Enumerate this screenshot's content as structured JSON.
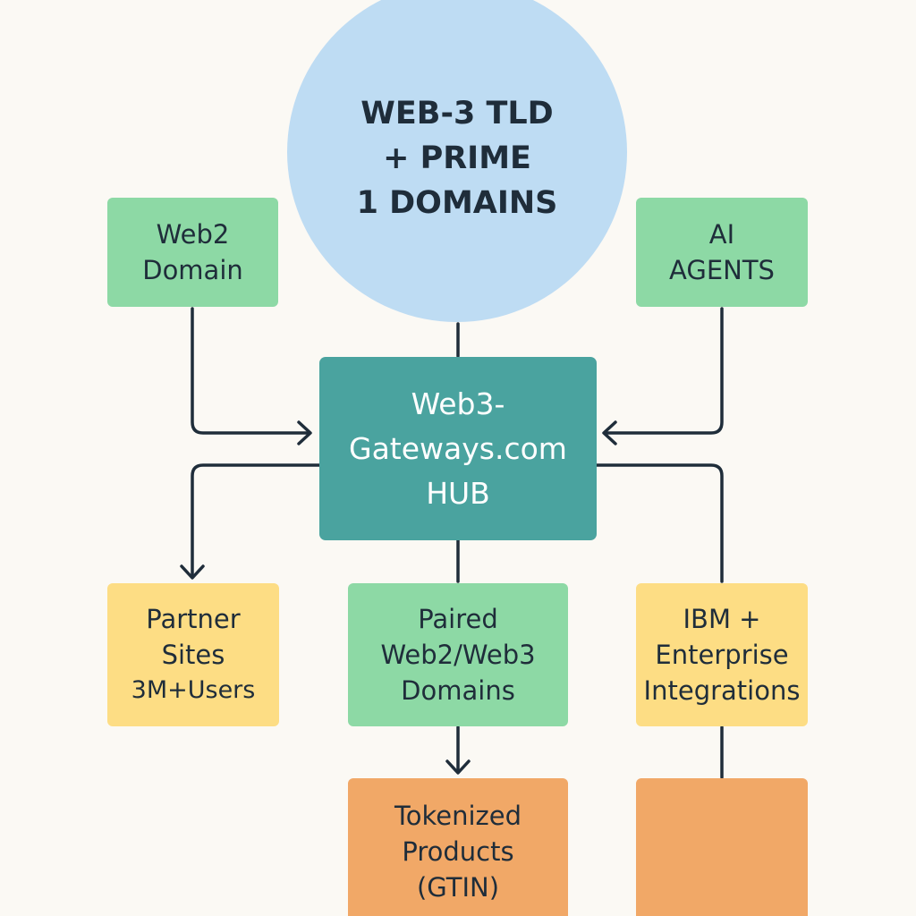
{
  "nodes": {
    "top_circle": {
      "lines": [
        "WEB-3 TLD",
        "+ PRIME",
        "1 DOMAINS"
      ],
      "color": "#bedcf3"
    },
    "web2_domain": {
      "lines": [
        "Web2",
        "Domain"
      ],
      "color": "#8dd9a5"
    },
    "ai_agents": {
      "lines": [
        "AI",
        "AGENTS"
      ],
      "color": "#8dd9a5"
    },
    "hub": {
      "lines": [
        "Web3-",
        "Gateways.com",
        "HUB"
      ],
      "color": "#4aa39f"
    },
    "partner_sites": {
      "lines": [
        "Partner",
        "Sites",
        "3M+Users"
      ],
      "color": "#fddd84"
    },
    "paired_domains": {
      "lines": [
        "Paired",
        "Web2/Web3",
        "Domains"
      ],
      "color": "#8dd9a5"
    },
    "ibm_enterprise": {
      "lines": [
        "IBM +",
        "Enterprise",
        "Integrations"
      ],
      "color": "#fddd84"
    },
    "tokenized_products": {
      "lines": [
        "Tokenized",
        "Products",
        "(GTIN)"
      ],
      "color": "#f1a867"
    },
    "blank_box": {
      "lines": [],
      "color": "#f1a867"
    }
  },
  "connector_color": "#1f2d3a"
}
